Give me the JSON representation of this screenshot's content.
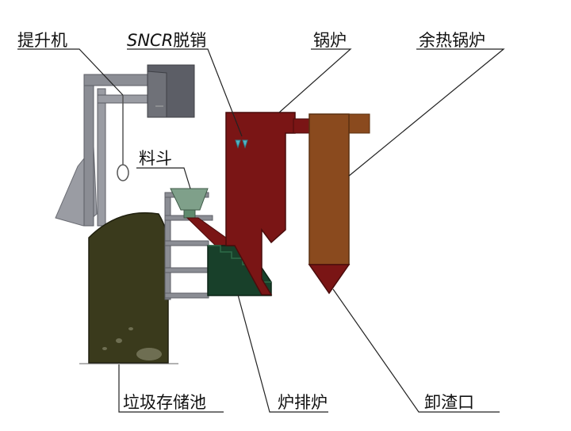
{
  "labels": {
    "hoist": "提升机",
    "sncr_prefix": "SNCR",
    "sncr_suffix": "脱销",
    "boiler": "锅炉",
    "waste_heat_boiler": "余热锅炉",
    "hopper": "料斗",
    "storage_pool": "垃圾存储池",
    "grate_furnace": "炉排炉",
    "slag_outlet": "卸渣口"
  },
  "colors": {
    "steel": "#8b8d94",
    "steel_dark": "#5c5e66",
    "boiler": "#7a1515",
    "waste_heat": "#8a4a1e",
    "storage": "#3a3a1c",
    "grate": "#18402a",
    "hopper": "#7fa08a",
    "sncr_nozzle": "#52b3c4"
  }
}
